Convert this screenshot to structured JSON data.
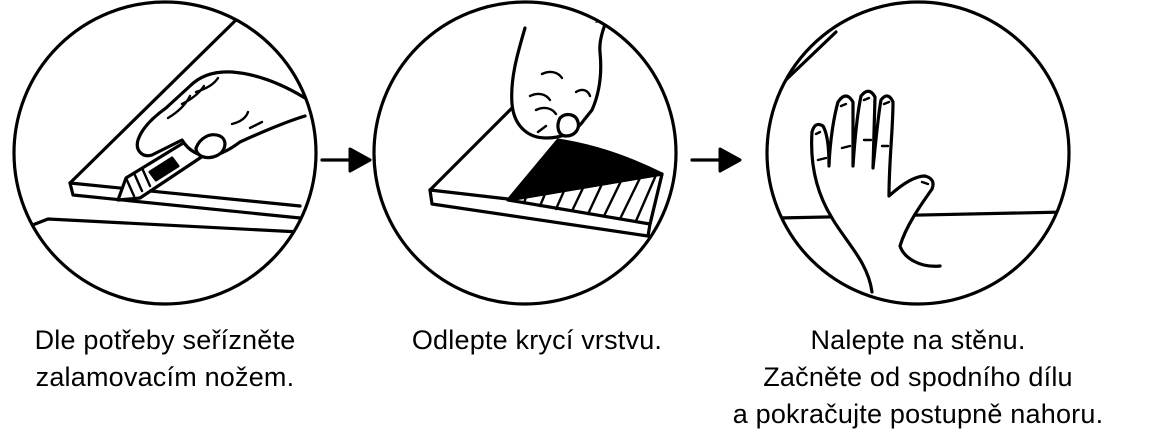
{
  "steps": [
    {
      "caption_lines": [
        "Dle potřeby seřízněte",
        "zalamovacím nožem."
      ],
      "illustration": "cutting-with-knife-icon"
    },
    {
      "caption_lines": [
        "Odlepte krycí vrstvu."
      ],
      "illustration": "peeling-backing-icon"
    },
    {
      "caption_lines": [
        "Nalepte na stěnu.",
        "Začněte od spodního dílu",
        "a pokračujte postupně nahoru."
      ],
      "illustration": "hand-on-wall-icon"
    }
  ],
  "arrows": [
    "arrow-right-icon",
    "arrow-right-icon"
  ],
  "colors": {
    "stroke": "#000000",
    "background": "#ffffff"
  }
}
